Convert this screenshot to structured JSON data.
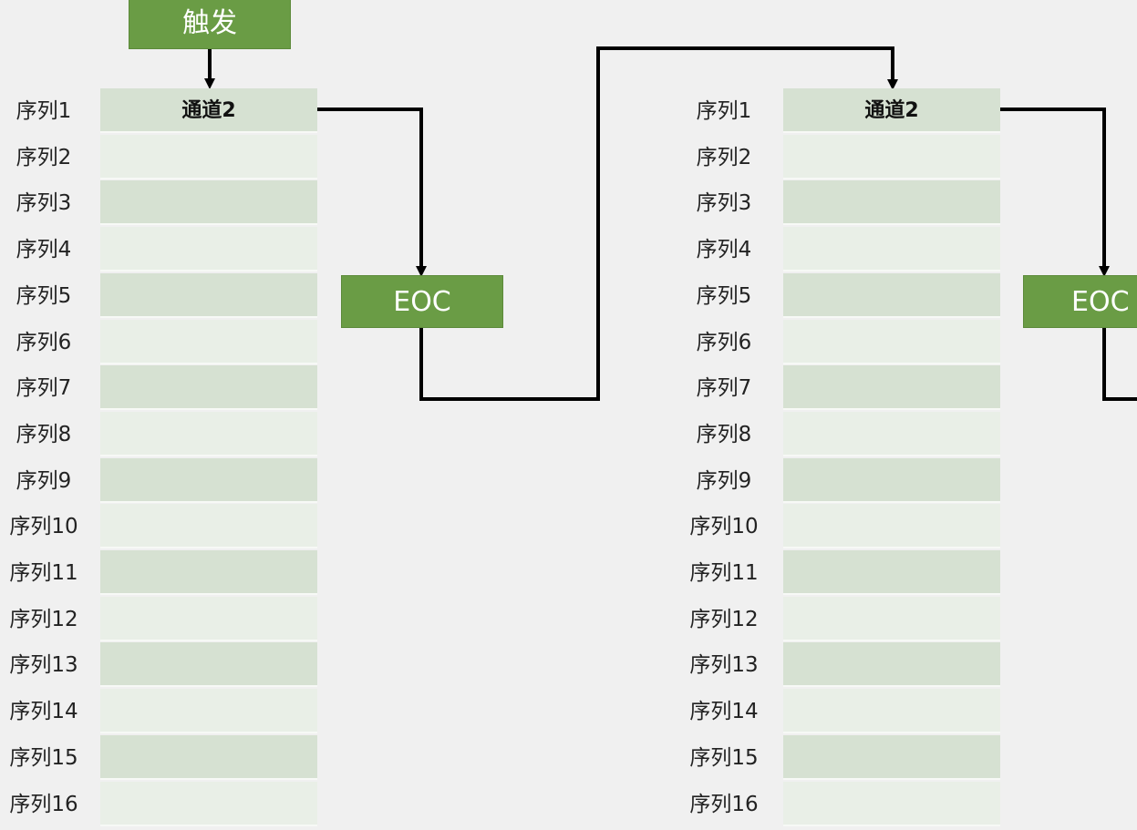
{
  "trigger": {
    "label": "触发"
  },
  "eoc": {
    "label": "EOC"
  },
  "panels": [
    {
      "header": "通道2",
      "rows": [
        "序列1",
        "序列2",
        "序列3",
        "序列4",
        "序列5",
        "序列6",
        "序列7",
        "序列8",
        "序列9",
        "序列10",
        "序列11",
        "序列12",
        "序列13",
        "序列14",
        "序列15",
        "序列16"
      ]
    },
    {
      "header": "通道2",
      "rows": [
        "序列1",
        "序列2",
        "序列3",
        "序列4",
        "序列5",
        "序列6",
        "序列7",
        "序列8",
        "序列9",
        "序列10",
        "序列11",
        "序列12",
        "序列13",
        "序列14",
        "序列15",
        "序列16"
      ]
    }
  ],
  "colors": {
    "background": "#f0f0f0",
    "box_green": "#6a9c45",
    "cell_dark": "#d6e1d2",
    "cell_light": "#e9efe7",
    "connector": "#000000"
  }
}
